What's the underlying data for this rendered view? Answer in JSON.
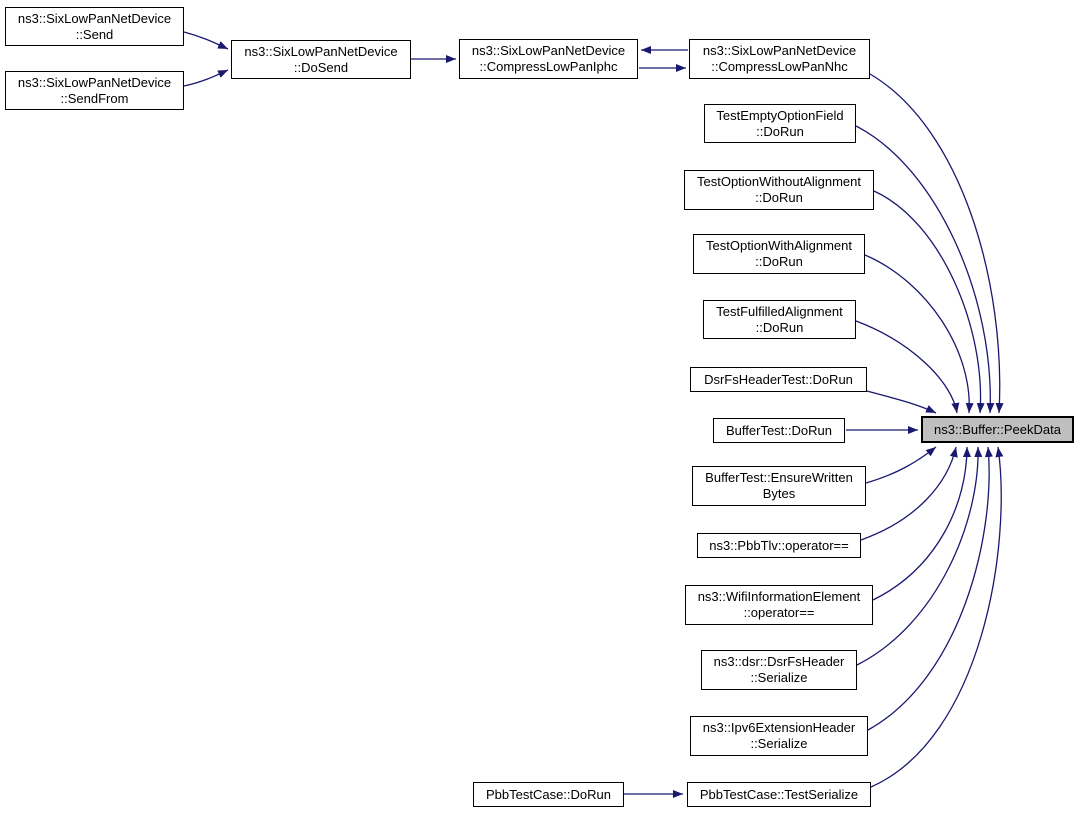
{
  "diagram": {
    "kind": "doxygen-call-graph",
    "focus_function": "ns3::Buffer::PeekData",
    "nodes": {
      "send": {
        "line1": "ns3::SixLowPanNetDevice",
        "line2": "::Send"
      },
      "sendFrom": {
        "line1": "ns3::SixLowPanNetDevice",
        "line2": "::SendFrom"
      },
      "doSend": {
        "line1": "ns3::SixLowPanNetDevice",
        "line2": "::DoSend"
      },
      "compressIphc": {
        "line1": "ns3::SixLowPanNetDevice",
        "line2": "::CompressLowPanIphc"
      },
      "compressNhc": {
        "line1": "ns3::SixLowPanNetDevice",
        "line2": "::CompressLowPanNhc"
      },
      "testEmpty": {
        "line1": "TestEmptyOptionField",
        "line2": "::DoRun"
      },
      "testWithout": {
        "line1": "TestOptionWithoutAlignment",
        "line2": "::DoRun"
      },
      "testWith": {
        "line1": "TestOptionWithAlignment",
        "line2": "::DoRun"
      },
      "testFulfilled": {
        "line1": "TestFulfilledAlignment",
        "line2": "::DoRun"
      },
      "dsrFsHeaderTest": {
        "line1": "DsrFsHeaderTest::DoRun"
      },
      "bufferTestDoRun": {
        "line1": "BufferTest::DoRun"
      },
      "ensureWritten": {
        "line1": "BufferTest::EnsureWritten",
        "line2": "Bytes"
      },
      "pbbTlvEq": {
        "line1": "ns3::PbbTlv::operator=="
      },
      "wifiInfoEq": {
        "line1": "ns3::WifiInformationElement",
        "line2": "::operator=="
      },
      "dsrFsSerialize": {
        "line1": "ns3::dsr::DsrFsHeader",
        "line2": "::Serialize"
      },
      "ipv6ExtSerialize": {
        "line1": "ns3::Ipv6ExtensionHeader",
        "line2": "::Serialize"
      },
      "pbbDoRun": {
        "line1": "PbbTestCase::DoRun"
      },
      "pbbTestSerialize": {
        "line1": "PbbTestCase::TestSerialize"
      },
      "peekData": {
        "line1": "ns3::Buffer::PeekData",
        "highlighted": true
      }
    },
    "edges": [
      {
        "from": "ns3::SixLowPanNetDevice::Send",
        "to": "ns3::SixLowPanNetDevice::DoSend"
      },
      {
        "from": "ns3::SixLowPanNetDevice::SendFrom",
        "to": "ns3::SixLowPanNetDevice::DoSend"
      },
      {
        "from": "ns3::SixLowPanNetDevice::DoSend",
        "to": "ns3::SixLowPanNetDevice::CompressLowPanIphc"
      },
      {
        "from": "ns3::SixLowPanNetDevice::CompressLowPanNhc",
        "to": "ns3::SixLowPanNetDevice::CompressLowPanIphc"
      },
      {
        "from": "ns3::SixLowPanNetDevice::CompressLowPanIphc",
        "to": "ns3::SixLowPanNetDevice::CompressLowPanNhc"
      },
      {
        "from": "ns3::SixLowPanNetDevice::CompressLowPanNhc",
        "to": "ns3::Buffer::PeekData"
      },
      {
        "from": "TestEmptyOptionField::DoRun",
        "to": "ns3::Buffer::PeekData"
      },
      {
        "from": "TestOptionWithoutAlignment::DoRun",
        "to": "ns3::Buffer::PeekData"
      },
      {
        "from": "TestOptionWithAlignment::DoRun",
        "to": "ns3::Buffer::PeekData"
      },
      {
        "from": "TestFulfilledAlignment::DoRun",
        "to": "ns3::Buffer::PeekData"
      },
      {
        "from": "DsrFsHeaderTest::DoRun",
        "to": "ns3::Buffer::PeekData"
      },
      {
        "from": "BufferTest::DoRun",
        "to": "ns3::Buffer::PeekData"
      },
      {
        "from": "BufferTest::EnsureWrittenBytes",
        "to": "ns3::Buffer::PeekData"
      },
      {
        "from": "ns3::PbbTlv::operator==",
        "to": "ns3::Buffer::PeekData"
      },
      {
        "from": "ns3::WifiInformationElement::operator==",
        "to": "ns3::Buffer::PeekData"
      },
      {
        "from": "ns3::dsr::DsrFsHeader::Serialize",
        "to": "ns3::Buffer::PeekData"
      },
      {
        "from": "ns3::Ipv6ExtensionHeader::Serialize",
        "to": "ns3::Buffer::PeekData"
      },
      {
        "from": "PbbTestCase::DoRun",
        "to": "PbbTestCase::TestSerialize"
      },
      {
        "from": "PbbTestCase::TestSerialize",
        "to": "ns3::Buffer::PeekData"
      }
    ]
  },
  "colors": {
    "edge": "#191970",
    "nodeBorder": "#000000",
    "nodeFill": "#ffffff",
    "highlightFill": "#bfbfbf",
    "text": "#000000",
    "background": "#ffffff"
  }
}
